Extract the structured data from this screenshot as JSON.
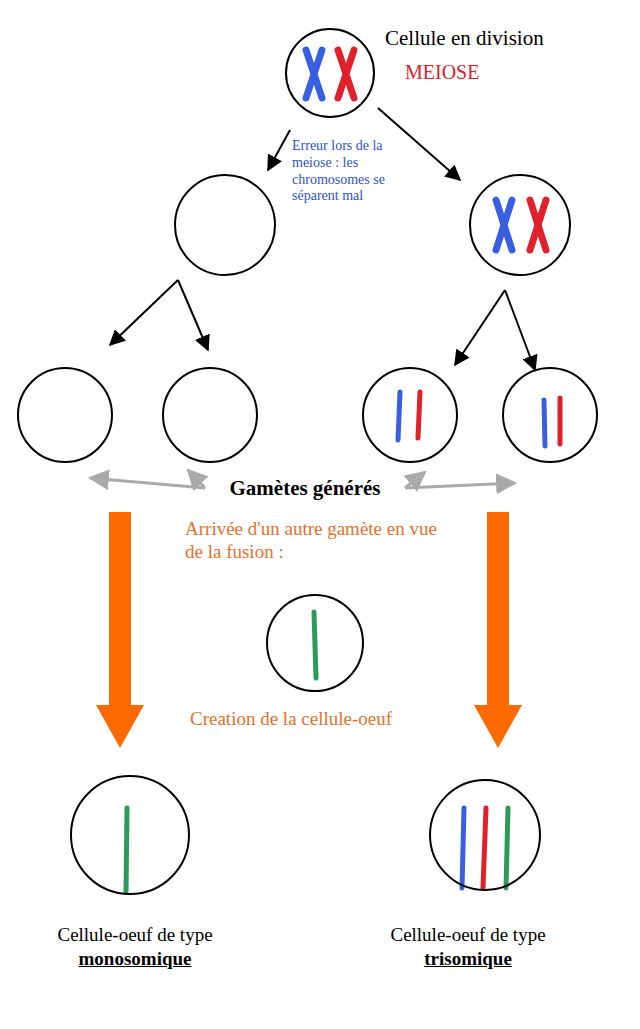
{
  "diagram": {
    "nodes": [
      {
        "text": [
          "Cellule en division",
          "MEIOSE"
        ]
      },
      {
        "text": [
          "Cellule-oeuf de type",
          "monosomique"
        ]
      },
      {
        "text": [
          "Cellule-oeuf de type",
          "trisomique"
        ]
      }
    ],
    "labels": [
      "Erreur lors de la meiose : les chromosomes se séparent mal",
      "Gamètes générés",
      "Arrivée d'un autre gamète en vue de la fusion :",
      "Creation de la cellule-oeuf"
    ]
  }
}
